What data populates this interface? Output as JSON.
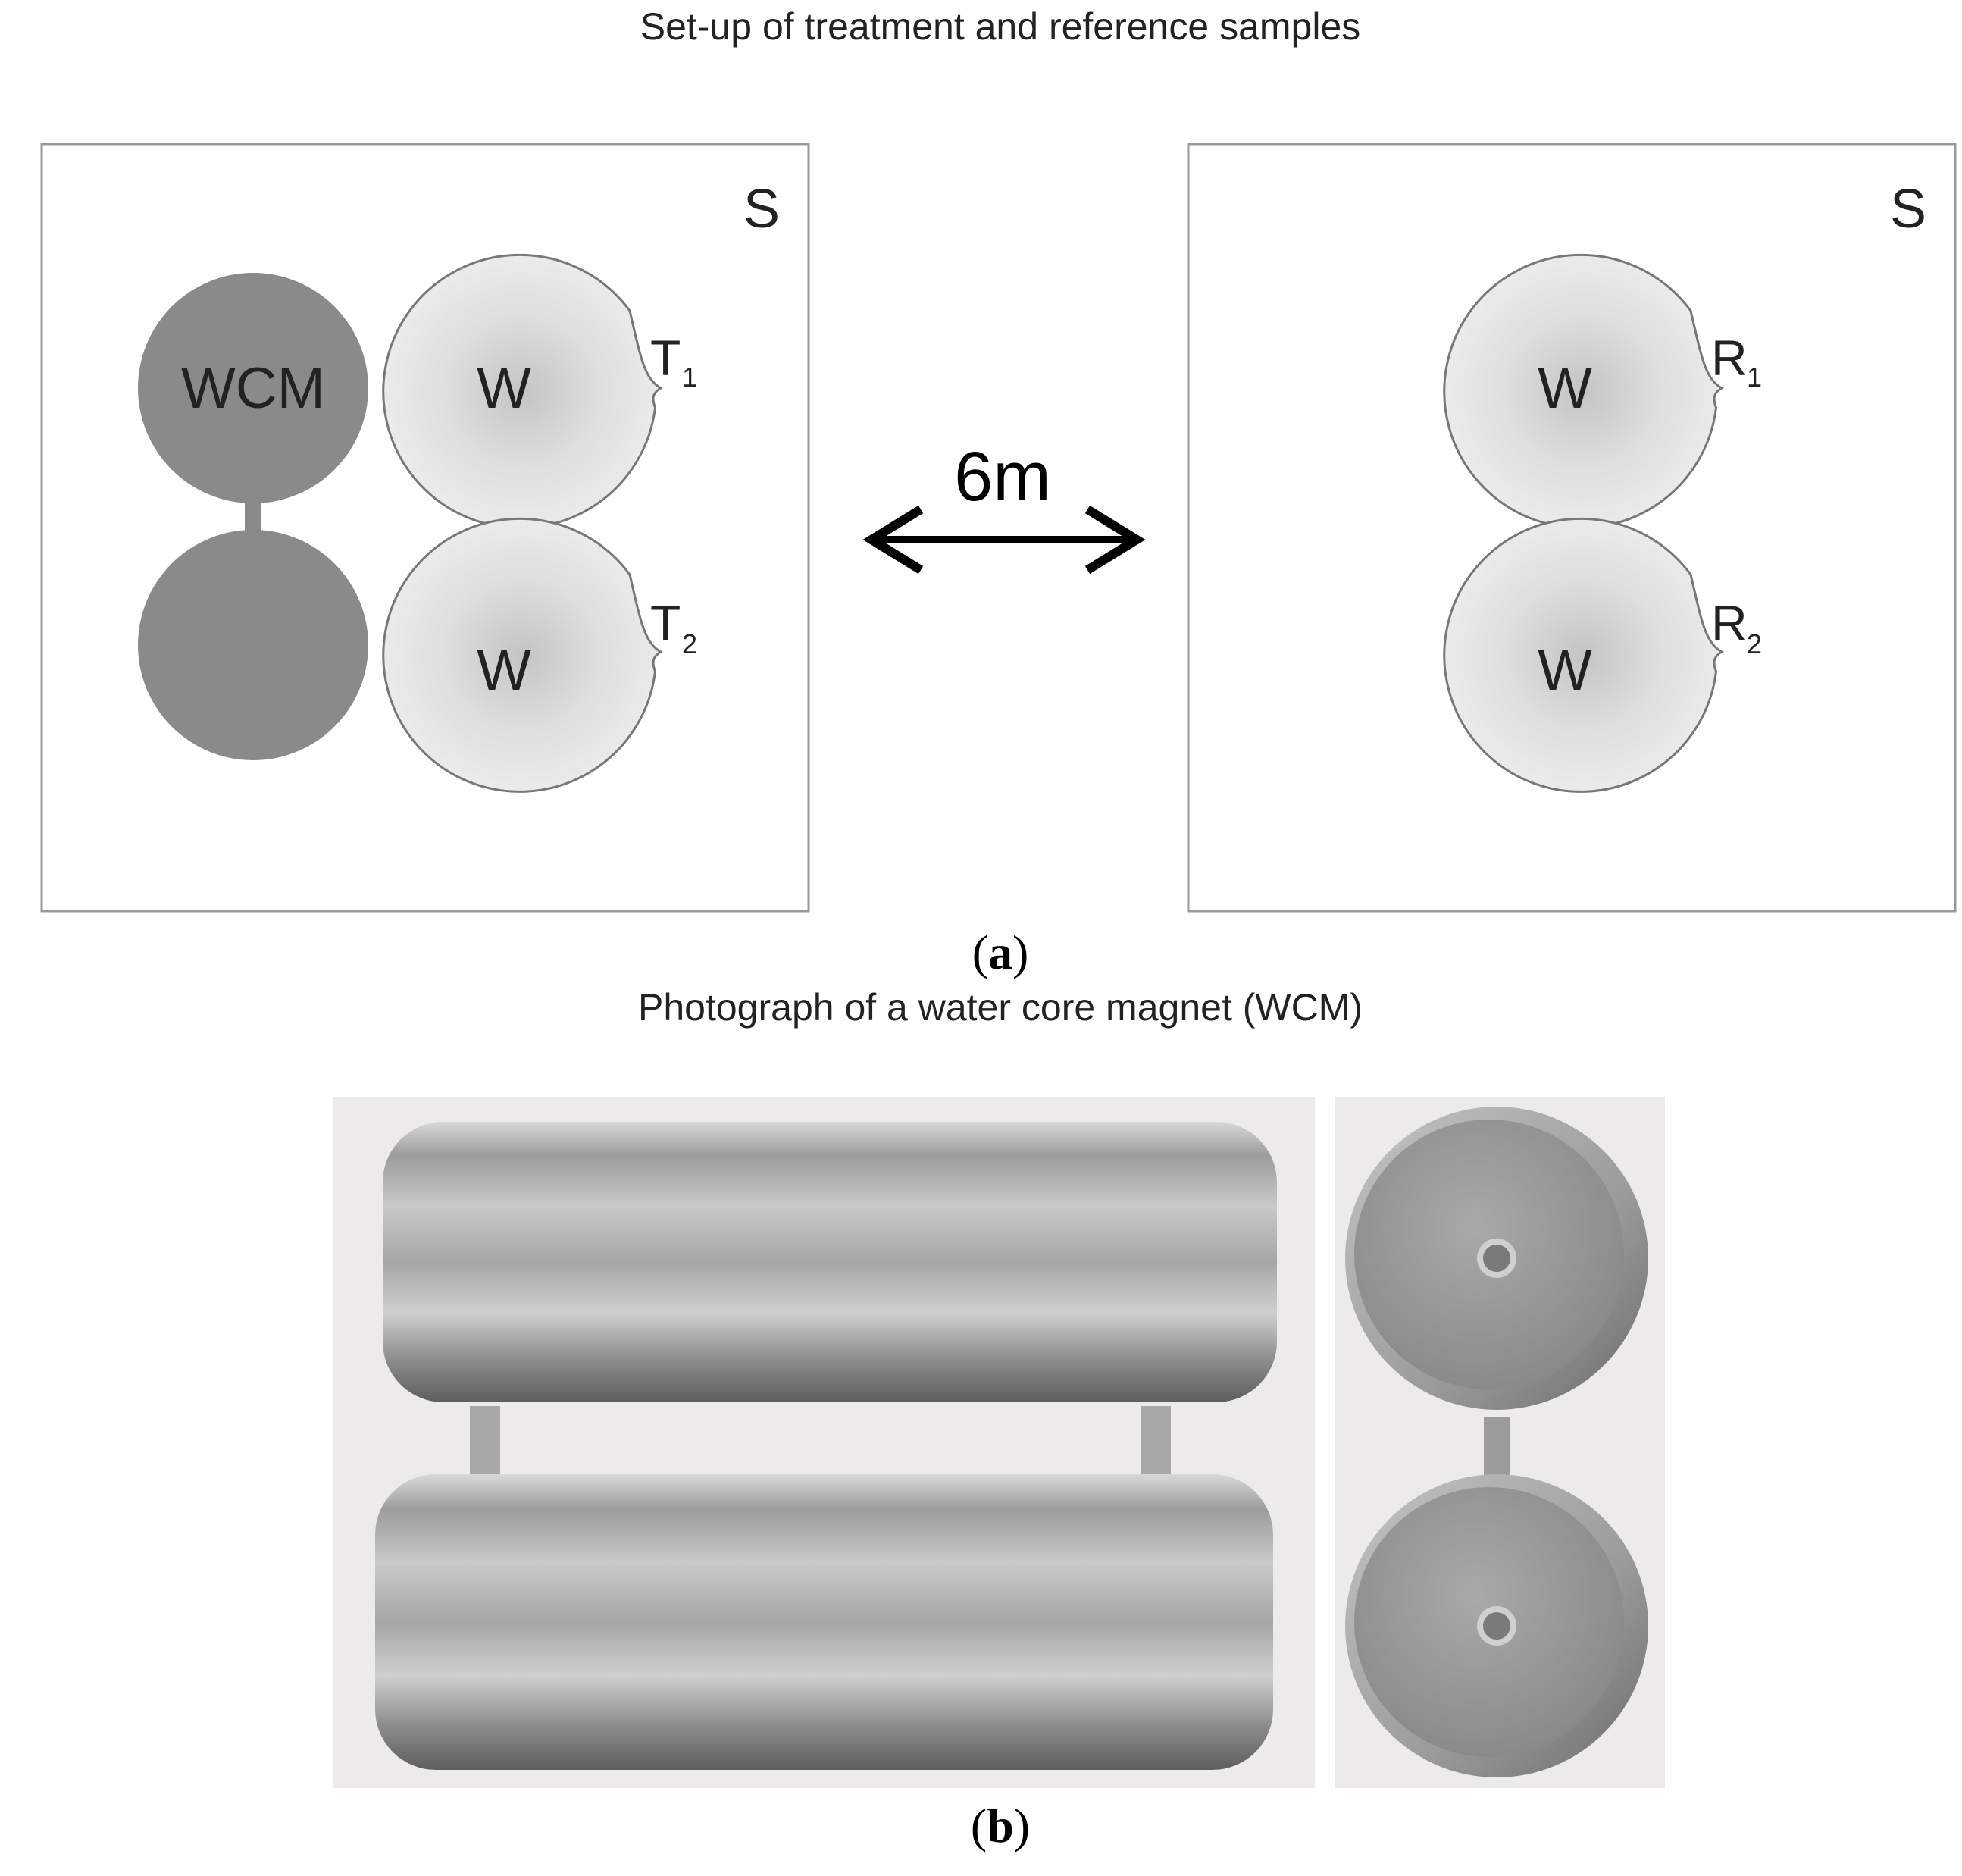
{
  "panel_a": {
    "title": "Set-up of treatment and reference samples",
    "label": "a",
    "left_box": {
      "corner_label": "S",
      "magnet_label": "WCM",
      "top_sample_label": "W",
      "bottom_sample_label": "W",
      "top_tag": "T",
      "top_tag_sub": "1",
      "bottom_tag": "T",
      "bottom_tag_sub": "2"
    },
    "distance_label": "6m",
    "right_box": {
      "corner_label": "S",
      "top_sample_label": "W",
      "bottom_sample_label": "W",
      "top_tag": "R",
      "top_tag_sub": "1",
      "bottom_tag": "R",
      "bottom_tag_sub": "2"
    },
    "colors": {
      "magnet_fill": "#8a8a8a",
      "sample_fill_center": "#c4c4c4",
      "sample_fill_edge": "#ebebeb",
      "box_stroke": "#999999"
    }
  },
  "panel_b": {
    "title": "Photograph of a water core magnet (WCM)",
    "label": "b",
    "photo_views": [
      "side-view",
      "end-view"
    ]
  }
}
